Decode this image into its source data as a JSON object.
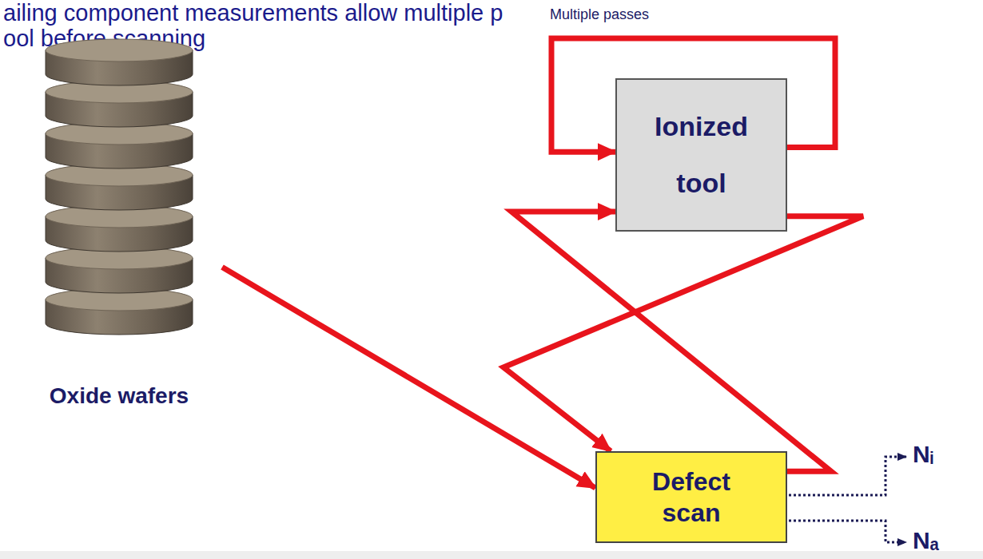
{
  "diagram": {
    "title": "ailing component measurements allow multiple p ool before scanning",
    "nodes": [
      {
        "text": [
          "Oxide wafers"
        ]
      },
      {
        "text": [
          "Ionized tool"
        ]
      },
      {
        "text": [
          "Defect scan"
        ]
      }
    ],
    "edges": [
      {
        "from": 0,
        "to": 2,
        "arrow": "to"
      },
      {
        "from": 1,
        "to": 1,
        "arrow": "to"
      },
      {
        "from": 2,
        "to": 1,
        "arrow": "to"
      },
      {
        "from": 1,
        "to": 2,
        "arrow": "to"
      }
    ],
    "labels": [
      "Multiple passes",
      "Nᵢ",
      "Nₐ"
    ]
  }
}
